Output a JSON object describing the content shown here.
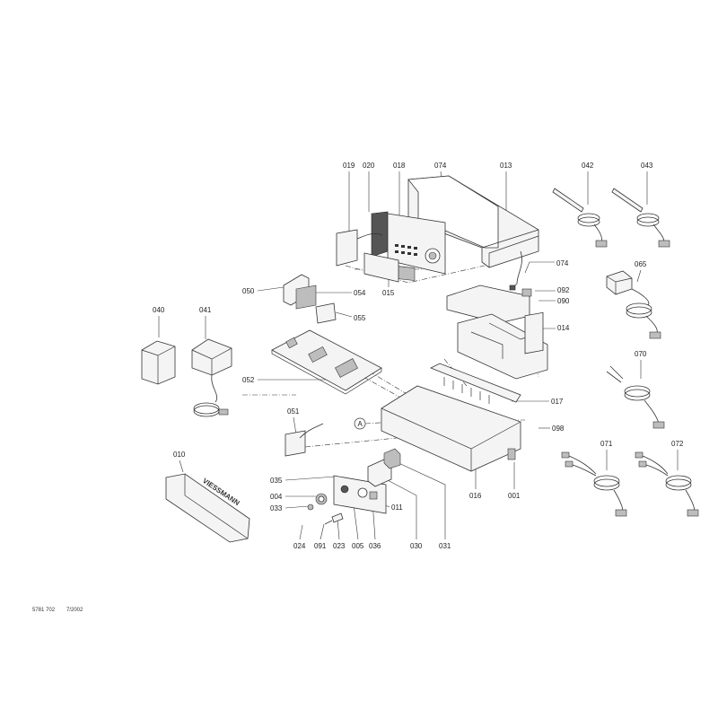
{
  "diagram": {
    "labels": {
      "p019": "019",
      "p020": "020",
      "p018": "018",
      "p074a": "074",
      "p013": "013",
      "p042": "042",
      "p043": "043",
      "p074b": "074",
      "p065": "065",
      "p092": "092",
      "p090": "090",
      "p050": "050",
      "p054": "054",
      "p015": "015",
      "p055": "055",
      "p040": "040",
      "p041": "041",
      "p014": "014",
      "p052": "052",
      "p070": "070",
      "p017": "017",
      "p051": "051",
      "pA": "A",
      "p098": "098",
      "p010": "010",
      "p035": "035",
      "p004": "004",
      "p033": "033",
      "p011": "011",
      "p016": "016",
      "p001": "001",
      "p071": "071",
      "p072": "072",
      "p024": "024",
      "p091": "091",
      "p023": "023",
      "p005": "005",
      "p036": "036",
      "p030": "030",
      "p031": "031"
    },
    "brand_logo": "VIESSMANN",
    "footer": {
      "doc_number": "5781 702",
      "date": "7/2002"
    },
    "colors": {
      "line": "#333333",
      "part_fill": "#f4f4f4",
      "dark": "#555555"
    }
  }
}
